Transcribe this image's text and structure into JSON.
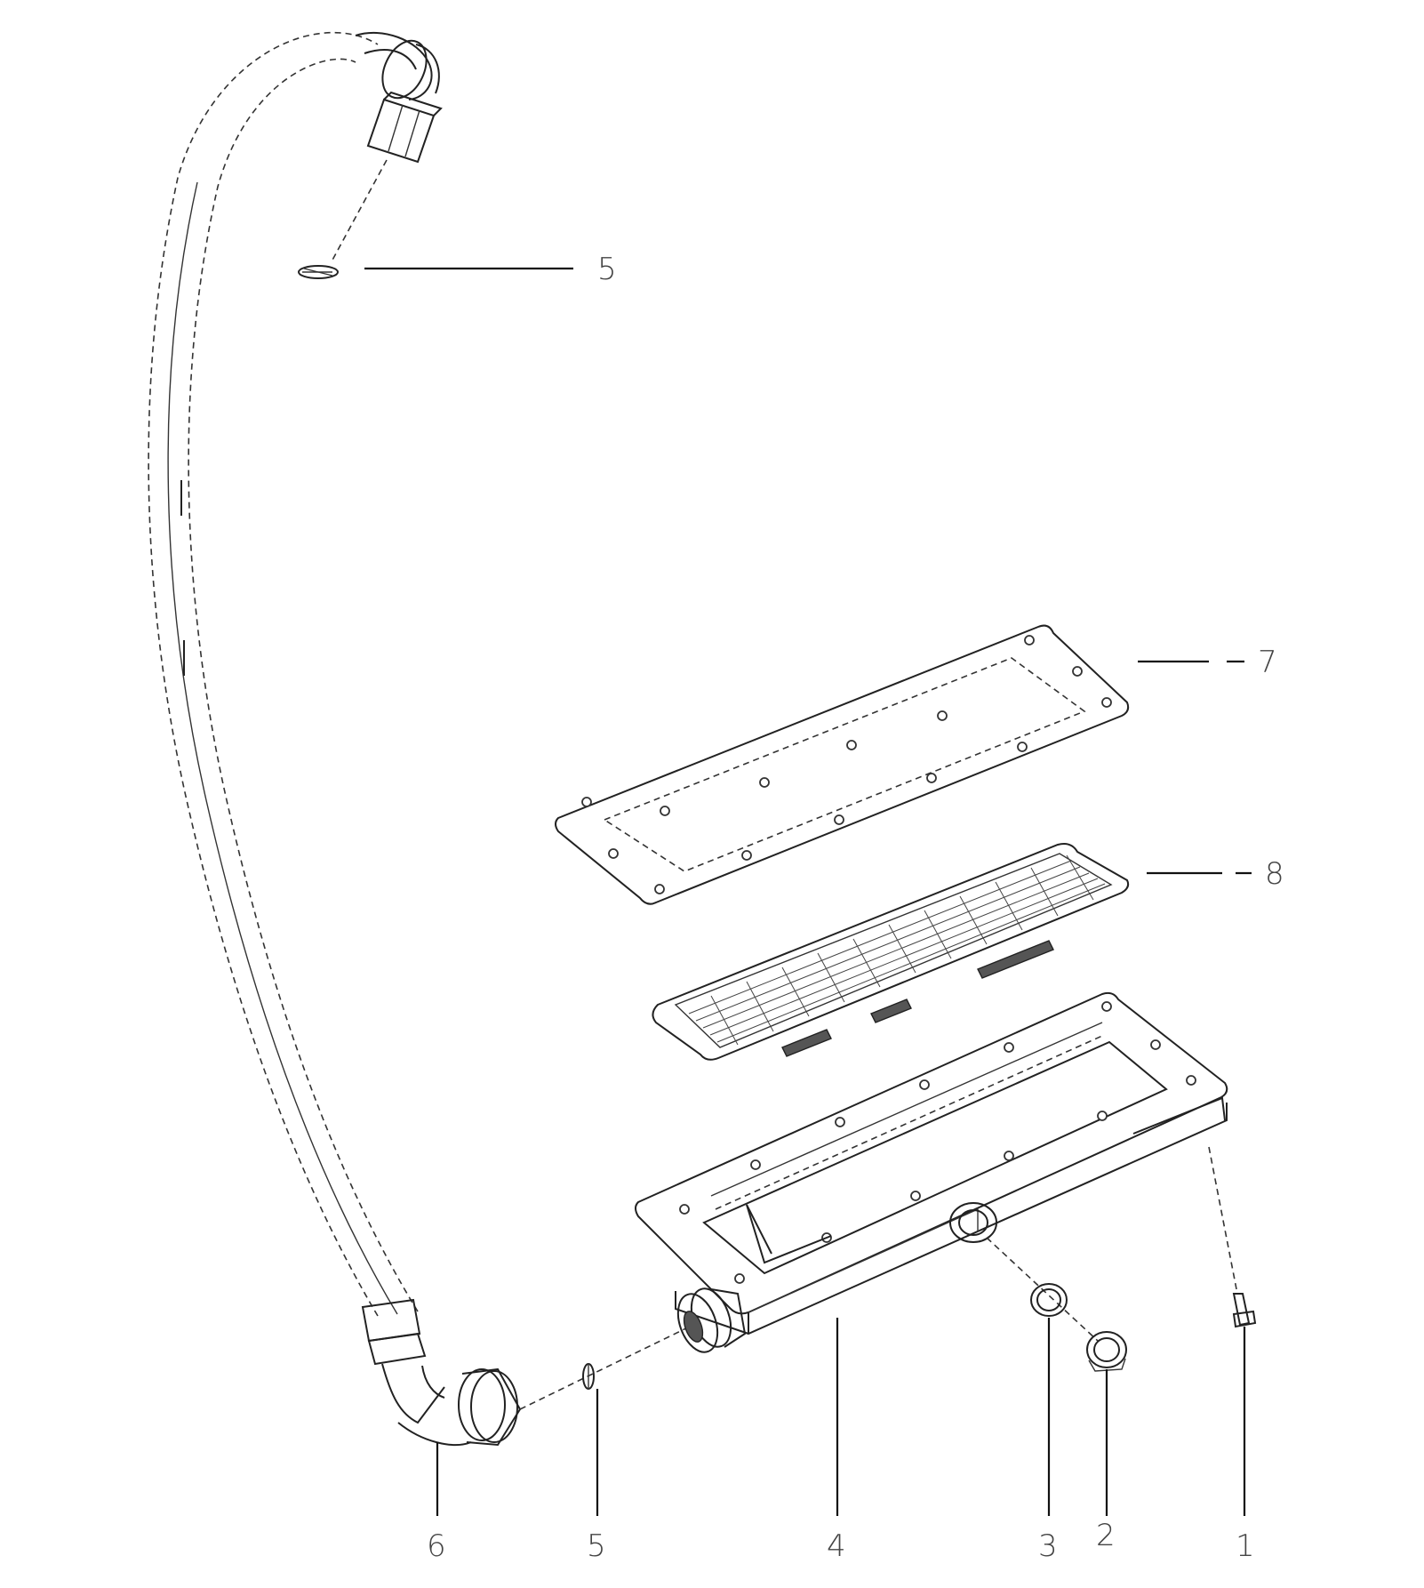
{
  "callouts": {
    "c1": "1",
    "c2": "2",
    "c3": "3",
    "c4": "4",
    "c5_bottom": "5",
    "c5_top": "5",
    "c6": "6",
    "c7": "7",
    "c8": "8"
  },
  "colors": {
    "line": "#222222",
    "background": "#ffffff"
  }
}
